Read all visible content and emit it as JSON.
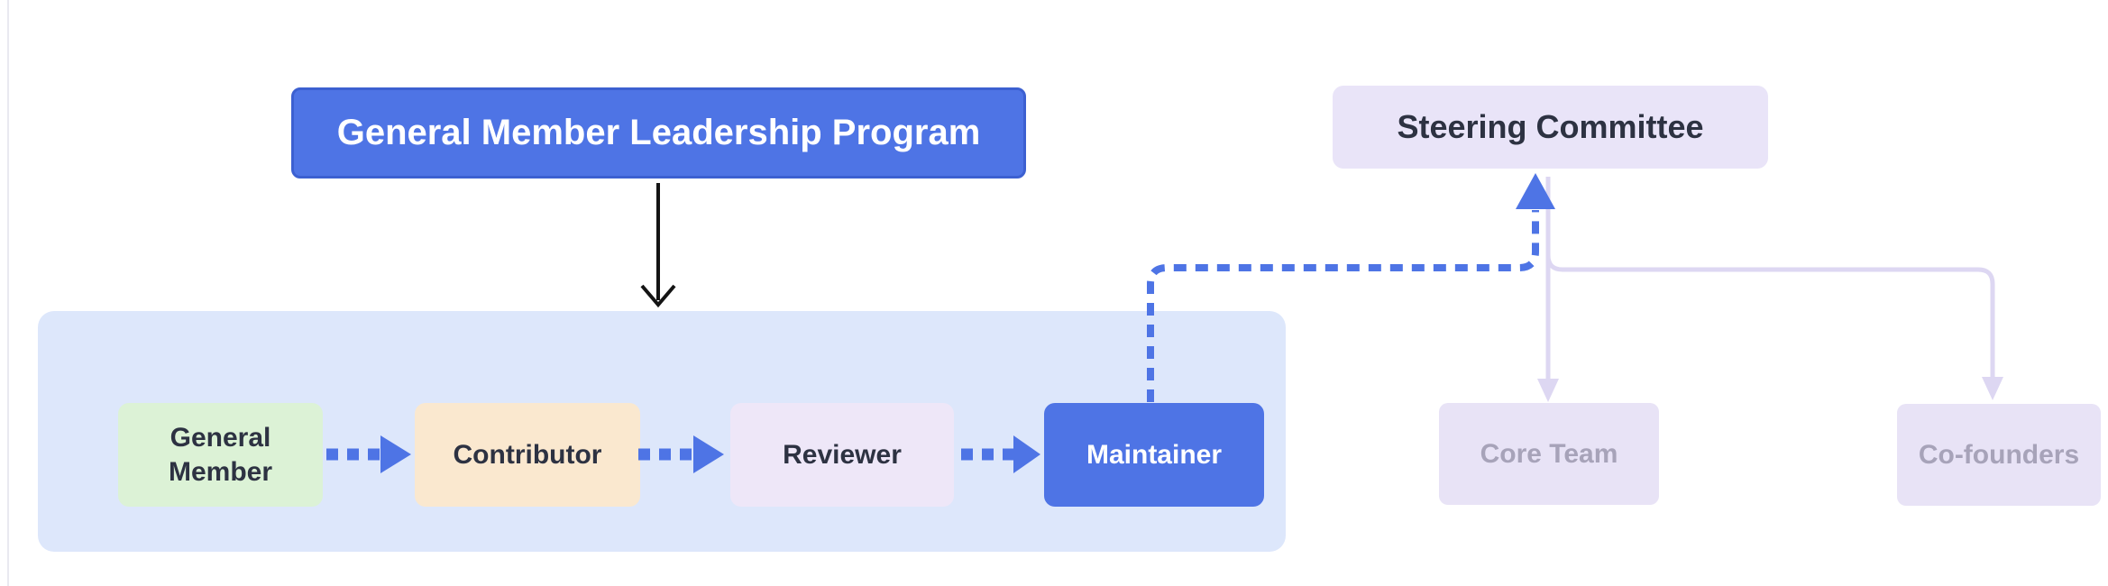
{
  "diagram": {
    "title_node": {
      "label": "General Member Leadership Program"
    },
    "pipeline": {
      "stages": [
        {
          "id": "general-member",
          "label": "General Member"
        },
        {
          "id": "contributor",
          "label": "Contributor"
        },
        {
          "id": "reviewer",
          "label": "Reviewer"
        },
        {
          "id": "maintainer",
          "label": "Maintainer"
        }
      ]
    },
    "governance": {
      "steering_committee": {
        "label": "Steering Committee"
      },
      "core_team": {
        "label": "Core Team"
      },
      "co_founders": {
        "label": "Co-founders"
      }
    },
    "edges": [
      {
        "from": "title",
        "to": "pipeline-container",
        "style": "solid-black-arrow"
      },
      {
        "from": "general-member",
        "to": "contributor",
        "style": "dashed-blue-arrow"
      },
      {
        "from": "contributor",
        "to": "reviewer",
        "style": "dashed-blue-arrow"
      },
      {
        "from": "reviewer",
        "to": "maintainer",
        "style": "dashed-blue-arrow"
      },
      {
        "from": "maintainer",
        "to": "steering_committee",
        "style": "dashed-blue-arrow"
      },
      {
        "from": "steering_committee",
        "to": "core_team",
        "style": "light-solid-arrow"
      },
      {
        "from": "steering_committee",
        "to": "co_founders",
        "style": "light-solid-arrow"
      }
    ]
  },
  "colors": {
    "accent-blue": "#4e74e5",
    "accent-blue-border": "#3c60d1",
    "container-bg": "#dde7fb",
    "stage-green": "#dcf2d6",
    "stage-peach": "#fae8cf",
    "stage-lavender": "#eee7f8",
    "steering-bg": "#e9e4f8",
    "muted-bg": "#e8e3f6",
    "muted-text": "#a7a3b9",
    "dark-text": "#2d3242",
    "light-line": "#ddd7f2",
    "ink": "#141414"
  }
}
